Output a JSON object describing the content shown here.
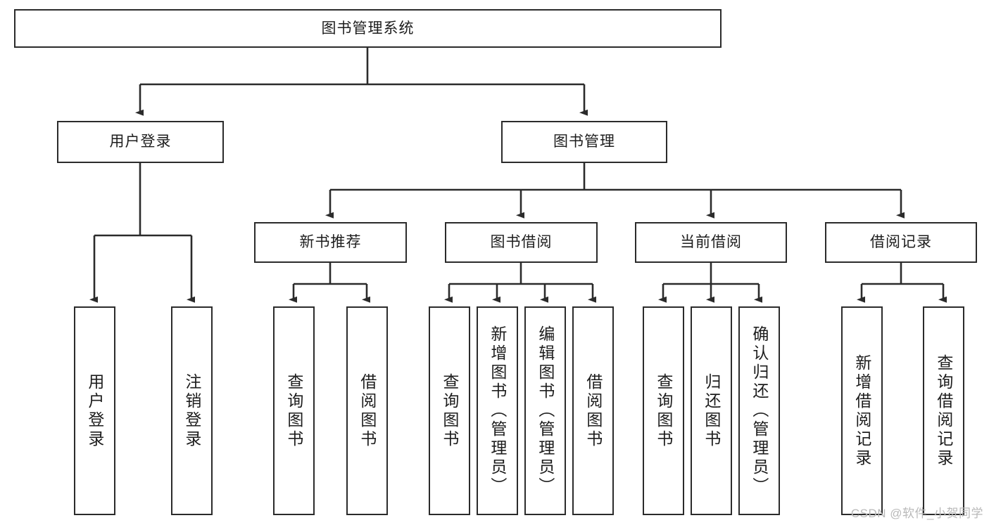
{
  "diagram": {
    "title": "图书管理系统",
    "watermark": "CSDN @软件_小贺同学",
    "line_color": "#2b2b2b",
    "box_fill": "#ffffff",
    "text_color": "#1d1d1d",
    "watermark_color": "#b9b9b9",
    "root": {
      "label": "图书管理系统"
    },
    "level2": [
      {
        "label": "用户登录"
      },
      {
        "label": "图书管理"
      }
    ],
    "level3": [
      {
        "label": "新书推荐"
      },
      {
        "label": "图书借阅"
      },
      {
        "label": "当前借阅"
      },
      {
        "label": "借阅记录"
      }
    ],
    "leaves": {
      "user_login": [
        {
          "label": "用户登录"
        },
        {
          "label": "注销登录"
        }
      ],
      "new_book_recommend": [
        {
          "label": "查询图书"
        },
        {
          "label": "借阅图书"
        }
      ],
      "book_borrow": [
        {
          "label": "查询图书"
        },
        {
          "label": "新增图书（管理员）"
        },
        {
          "label": "编辑图书（管理员）"
        },
        {
          "label": "借阅图书"
        }
      ],
      "current_borrow": [
        {
          "label": "查询图书"
        },
        {
          "label": "归还图书"
        },
        {
          "label": "确认归还（管理员）"
        }
      ],
      "borrow_record": [
        {
          "label": "新增借阅记录"
        },
        {
          "label": "查询借阅记录"
        }
      ]
    }
  }
}
